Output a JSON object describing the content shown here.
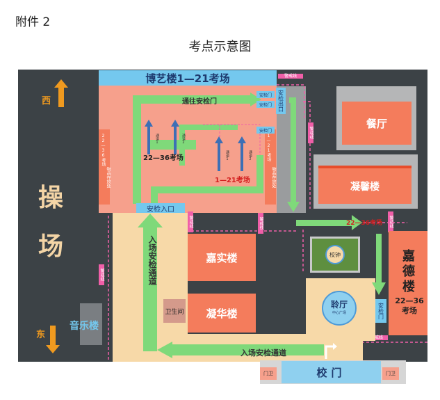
{
  "attachment": "附件 2",
  "title": "考点示意图",
  "map": {
    "playground": "操场",
    "west": "西",
    "east": "东",
    "music_building": "音乐楼",
    "boyi_building": "博艺楼1—21考场",
    "to_security_gate": "通往安检门",
    "security_entrance": "安检入口",
    "security_exit": "安检出口",
    "exam_22_36": "22—36考场",
    "exam_1_21": "1—21考场",
    "passage_1": "通道1",
    "passage_2": "通道2",
    "left_strip": "22—36考场",
    "left_strip_sub": "物品存放处",
    "right_strip": "1—21考场",
    "right_strip_sub": "物品存放处",
    "security_gate_label": "安检门",
    "cordon": "警戒线",
    "canteen": "餐厅",
    "ningxin": "凝馨楼",
    "exam_22_36_arrow": "22—36考场",
    "jiashi": "嘉实楼",
    "ninghua": "凝华楼",
    "restroom": "卫生间",
    "bell": "校钟",
    "hall": "聆厅",
    "hall_sub": "中心广场",
    "jiade": "嘉德楼",
    "jiade_exam": "22—36考场",
    "entry_vertical": "入场安检通道",
    "entry_horizontal": "入场安检通道",
    "school_gate": "校门",
    "guard_room": "门卫"
  },
  "colors": {
    "road": "#3c4246",
    "building": "#f47c5c",
    "building_pink": "#f6a08c",
    "arrow_green": "#7fd97a",
    "arrow_blue": "#3d6fb5",
    "cordon_pink": "#f05fa8",
    "sand": "#f7d9a8",
    "sky": "#74c8ee",
    "title_orange": "#f09a1f"
  }
}
